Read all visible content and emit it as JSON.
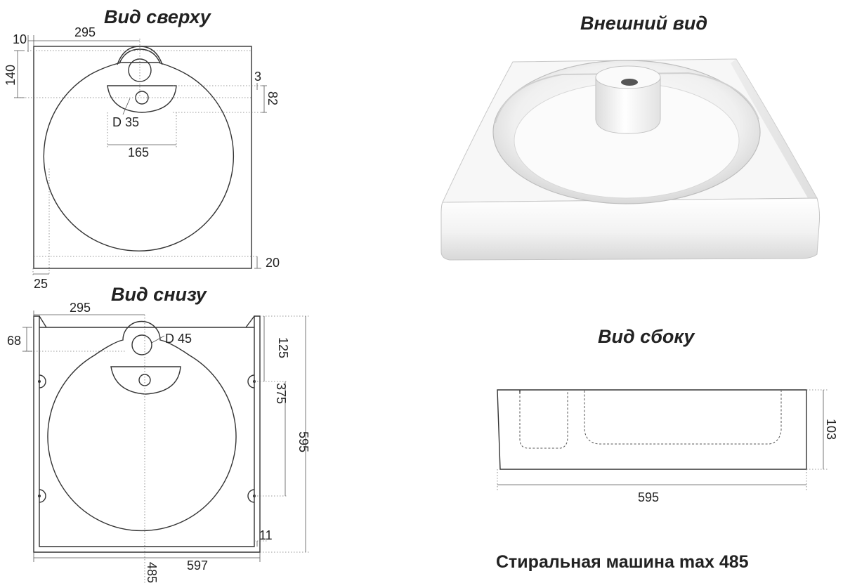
{
  "titles": {
    "top_view": "Вид сверху",
    "exterior": "Внешний вид",
    "bottom_view": "Вид снизу",
    "side_view": "Вид сбоку"
  },
  "top_dims": {
    "d10": "10",
    "d295": "295",
    "d140": "140",
    "d3": "3",
    "d82": "82",
    "hole": "D 35",
    "d165": "165",
    "d20": "20",
    "d25": "25"
  },
  "bottom_dims": {
    "d295": "295",
    "d68": "68",
    "hole": "D 45",
    "d125": "125",
    "d375": "375",
    "d595": "595",
    "d11": "11",
    "d597": "597",
    "d485": "485"
  },
  "side_dims": {
    "d103": "103",
    "d595": "595"
  },
  "note": "Стиральная машина max 485",
  "colors": {
    "line": "#333333",
    "text": "#222222",
    "sink_shade": "#d4d4d4"
  }
}
